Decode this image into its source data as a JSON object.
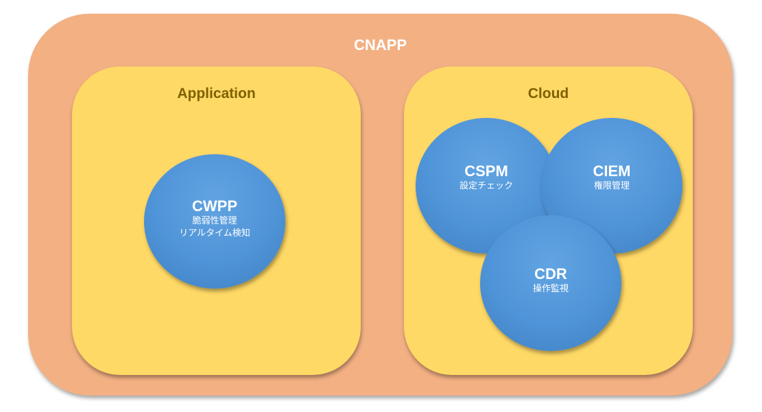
{
  "outer": {
    "label": "CNAPP"
  },
  "application": {
    "title": "Application",
    "cwpp": {
      "name": "CWPP",
      "line1": "脆弱性管理",
      "line2": "リアルタイム検知"
    }
  },
  "cloud": {
    "title": "Cloud",
    "cspm": {
      "name": "CSPM",
      "desc": "設定チェック"
    },
    "ciem": {
      "name": "CIEM",
      "desc": "権限管理"
    },
    "cdr": {
      "name": "CDR",
      "desc": "操作監視"
    }
  }
}
